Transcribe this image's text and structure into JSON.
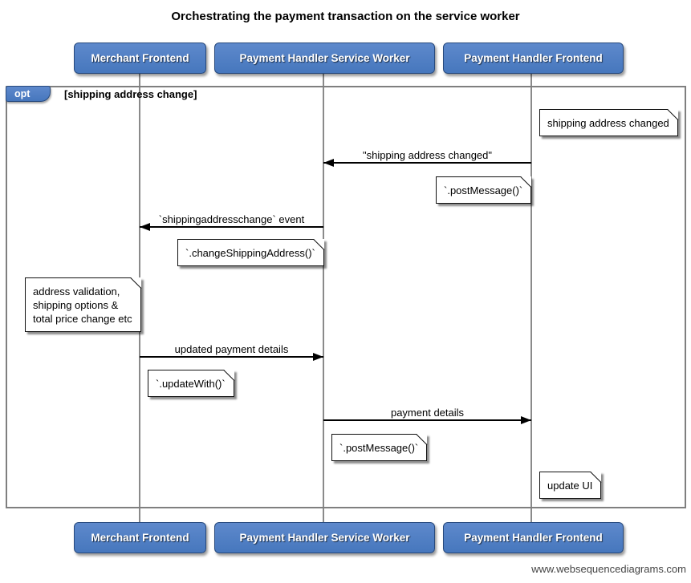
{
  "title": "Orchestrating the payment transaction on the service worker",
  "actors": [
    {
      "label": "Merchant Frontend"
    },
    {
      "label": "Payment Handler Service Worker"
    },
    {
      "label": "Payment Handler Frontend"
    }
  ],
  "opt_frame": {
    "tab": "opt",
    "condition": "[shipping address change]"
  },
  "notes": {
    "shipping_address_changed": "shipping address changed",
    "post_message_sw": "`.postMessage()`",
    "change_shipping_address": "`.changeShippingAddress()`",
    "address_validation": [
      "address validation,",
      "shipping options &",
      "total price change etc"
    ],
    "update_with": "`.updateWith()`",
    "post_message_frontend": "`.postMessage()`",
    "update_ui": "update UI"
  },
  "messages": [
    {
      "label": "\"shipping address changed\"",
      "from": "Payment Handler Frontend",
      "to": "Payment Handler Service Worker"
    },
    {
      "label": "`shippingaddresschange` event",
      "from": "Payment Handler Service Worker",
      "to": "Merchant Frontend"
    },
    {
      "label": "updated payment details",
      "from": "Merchant Frontend",
      "to": "Payment Handler Service Worker"
    },
    {
      "label": "payment details",
      "from": "Payment Handler Service Worker",
      "to": "Payment Handler Frontend"
    }
  ],
  "watermark": "www.websequencediagrams.com",
  "colors": {
    "actor_fill": "#4d7cc2",
    "actor_border": "#27497c",
    "frame_border": "#7f7f7f",
    "lifeline": "#8a8a8a",
    "arrow": "#000000",
    "note_fill": "#ffffff",
    "note_border": "#111111"
  }
}
